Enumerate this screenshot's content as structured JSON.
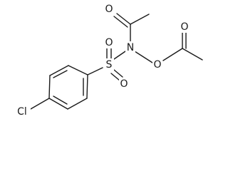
{
  "molecule": {
    "atoms": {
      "ketone_oxygen": "O",
      "nitrogen": "N",
      "ester_oxygen_bridge": "O",
      "ester_oxygen_carbonyl": "O",
      "sulfur": "S",
      "sulfonyl_oxygen_upper": "O",
      "sulfonyl_oxygen_lower": "O",
      "chlorine": "Cl"
    }
  }
}
